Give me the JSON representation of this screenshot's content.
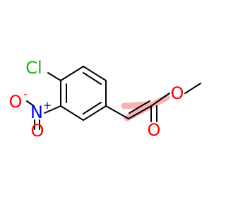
{
  "molecule": {
    "atom_labels": {
      "chlorine": "Cl",
      "nitro_nitrogen": "N",
      "nitro_charge_plus": "+",
      "nitro_oxygen_upper": "O",
      "nitro_oxygen_upper_charge": "-",
      "nitro_oxygen_lower": "O",
      "ester_oxygen": "O",
      "carbonyl_oxygen": "O"
    },
    "colors": {
      "bond": "#000000",
      "chlorine": "#20b020",
      "nitrogen": "#0000ff",
      "oxygen": "#ff0000",
      "highlight": "#f7b4b4"
    }
  }
}
